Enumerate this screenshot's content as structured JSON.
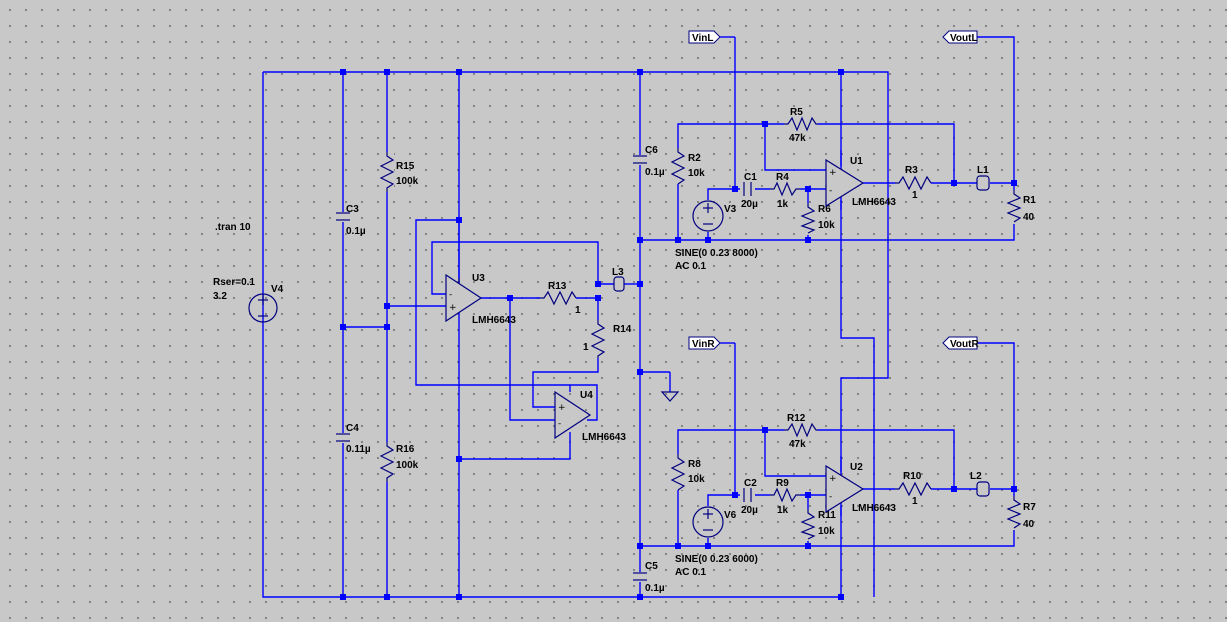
{
  "directives": {
    "tran": ".tran 10"
  },
  "net_labels": {
    "vinl": "VinL",
    "voutl": "VoutL",
    "vinr": "VinR",
    "voutr": "VoutR"
  },
  "v4": {
    "name": "V4",
    "rser": "Rser=0.1",
    "value": "3.2"
  },
  "c3": {
    "name": "C3",
    "value": "0.1µ"
  },
  "c4": {
    "name": "C4",
    "value": "0.11µ"
  },
  "c5": {
    "name": "C5",
    "value": "0.1µ"
  },
  "c6": {
    "name": "C6",
    "value": "0.1µ"
  },
  "r15": {
    "name": "R15",
    "value": "100k"
  },
  "r16": {
    "name": "R16",
    "value": "100k"
  },
  "u3": {
    "name": "U3",
    "model": "LMH6643"
  },
  "u4": {
    "name": "U4",
    "model": "LMH6643"
  },
  "r13": {
    "name": "R13",
    "value": "1"
  },
  "r14": {
    "name": "R14",
    "value": "1"
  },
  "l3": {
    "name": "L3"
  },
  "u1": {
    "name": "U1",
    "model": "LMH6643"
  },
  "r1": {
    "name": "R1",
    "value": "40"
  },
  "r2": {
    "name": "R2",
    "value": "10k"
  },
  "r3": {
    "name": "R3",
    "value": "1"
  },
  "r4": {
    "name": "R4",
    "value": "1k"
  },
  "r5": {
    "name": "R5",
    "value": "47k"
  },
  "r6": {
    "name": "R6",
    "value": "10k"
  },
  "c1": {
    "name": "C1",
    "value": "20µ"
  },
  "l1": {
    "name": "L1"
  },
  "v3": {
    "name": "V3",
    "sine": "SINE(0 0.23 8000)",
    "ac": "AC 0.1"
  },
  "u2": {
    "name": "U2",
    "model": "LMH6643"
  },
  "r7": {
    "name": "R7",
    "value": "40"
  },
  "r8": {
    "name": "R8",
    "value": "10k"
  },
  "r9": {
    "name": "R9",
    "value": "1k"
  },
  "r10": {
    "name": "R10",
    "value": "1"
  },
  "r11": {
    "name": "R11",
    "value": "10k"
  },
  "r12": {
    "name": "R12",
    "value": "47k"
  },
  "c2": {
    "name": "C2",
    "value": "20µ"
  },
  "l2": {
    "name": "L2"
  },
  "v6": {
    "name": "V6",
    "sine": "SINE(0 0.23 6000)",
    "ac": "AC 0.1"
  },
  "colors": {
    "wire": "#0000ff",
    "component": "#000080",
    "background": "#c8c8c8",
    "grid_dot": "#7a7a7a"
  }
}
